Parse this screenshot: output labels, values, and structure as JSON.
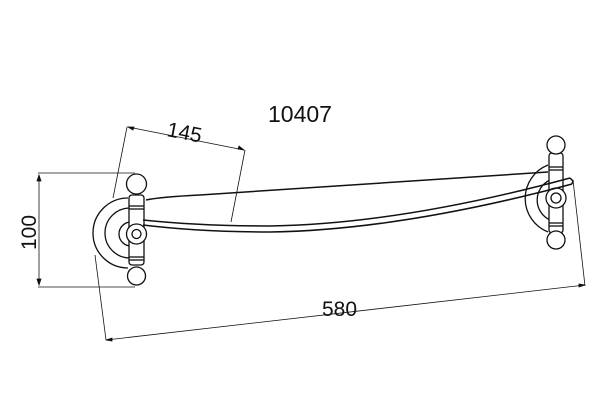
{
  "drawing": {
    "model_number": "10407",
    "dimensions": {
      "height": "100",
      "bracket_depth": "145",
      "length": "580"
    },
    "colors": {
      "line": "#111111",
      "background": "#ffffff"
    }
  }
}
